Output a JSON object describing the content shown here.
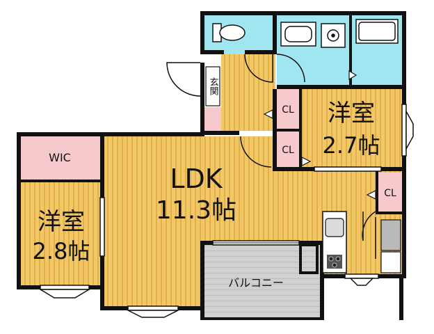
{
  "rooms": {
    "ldk": {
      "name": "LDK",
      "size": "11.3帖"
    },
    "western_room_1": {
      "name": "洋室",
      "size": "2.7帖"
    },
    "western_room_2": {
      "name": "洋室",
      "size": "2.8帖"
    },
    "wic": {
      "name": "WIC"
    },
    "entrance": {
      "name": "玄関"
    },
    "balcony": {
      "name": "バルコニー"
    },
    "closets": [
      "CL",
      "CL",
      "CL"
    ]
  },
  "colors": {
    "wood_floor": "#f2c867",
    "wood_stripe": "#e2b04b",
    "wet_area": "#9fe6f0",
    "closet": "#f6c9cd",
    "balcony": "#cfcfcf",
    "wall": "#111111",
    "fixture_gray": "#b9b9b9"
  }
}
